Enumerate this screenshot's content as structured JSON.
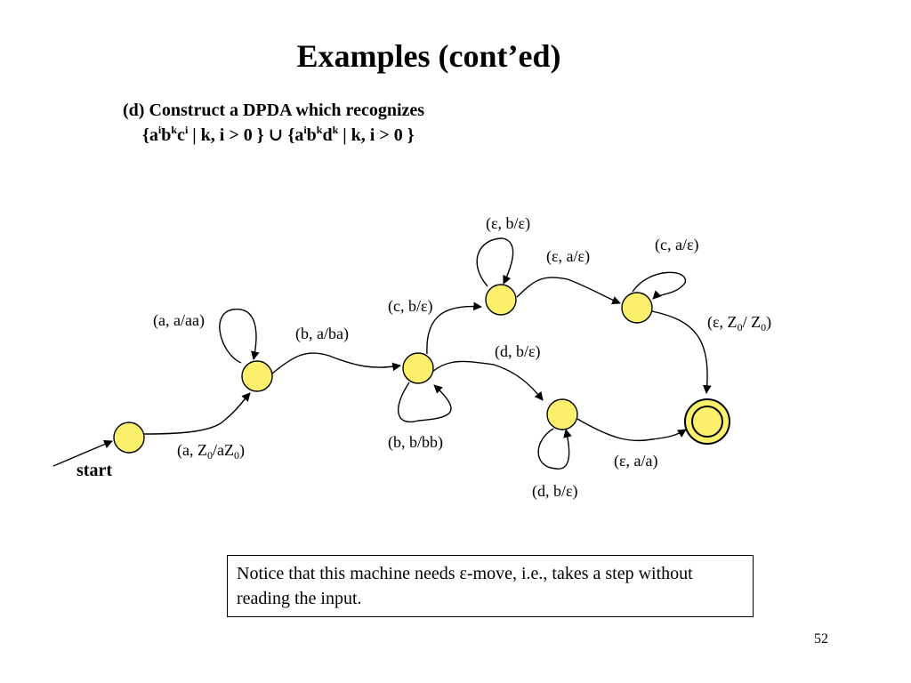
{
  "slide": {
    "title": "Examples (cont’ed)",
    "subtitle_line1": "(d) Construct a DPDA which recognizes",
    "page_number": "52"
  },
  "language": {
    "set1": {
      "a": "a",
      "a_exp": "i",
      "b": "b",
      "b_exp": "k",
      "c": "c",
      "c_exp": "i",
      "cond": " | k, i > 0 }"
    },
    "union": "∪",
    "set2": {
      "a": "a",
      "a_exp": "i",
      "b": "b",
      "b_exp": "k",
      "d": "d",
      "d_exp": "k",
      "cond": " | k, i > 0 }"
    }
  },
  "diagram": {
    "colors": {
      "state_fill": "#fbef6b",
      "stroke": "#000000"
    },
    "start_label": "start",
    "labels": {
      "a_aaa": "(a, a/aa)",
      "b_aba": "(b, a/ba)",
      "cb_e": "(c, b/ε)",
      "eb_e": "(ε, b/ε)",
      "ea_e": "(ε, a/ε)",
      "ca_e": "(c, a/ε)",
      "db_e_mid": "(d, b/ε)",
      "bbb": "(b, b/bb)",
      "db_e_loop": "(d, b/ε)",
      "ea_a": "(ε, a/a)"
    },
    "init_label": {
      "prefix": "(a, Z",
      "sub1": "0",
      "mid": "/aZ",
      "sub2": "0",
      "suffix": ")"
    },
    "accept_label": {
      "prefix": "(ε, Z",
      "sub1": "0",
      "mid": "/ Z",
      "sub2": "0",
      "suffix": ")"
    }
  },
  "note": {
    "text": "Notice that this machine needs ε-move, i.e., takes a step without reading the input."
  }
}
